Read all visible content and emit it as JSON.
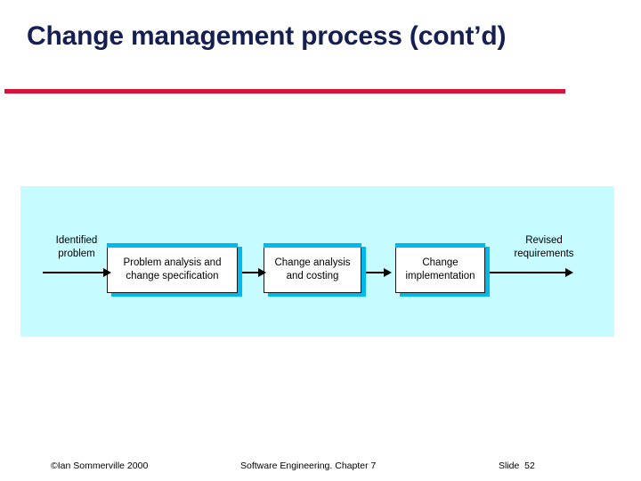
{
  "slide": {
    "title": "Change management process (cont’d)",
    "title_color": "#161F52",
    "rule_color": "#D9123A"
  },
  "diagram": {
    "panel_color": "#C6FBFF",
    "box_fill": "#FFFFFF",
    "box_border": "#1A1A1A",
    "shadow_color": "#00B9EC",
    "input_label": "Identified\nproblem",
    "output_label": "Revised\nrequirements",
    "boxes": [
      {
        "line1": "Problem analysis and",
        "line2": "change specification"
      },
      {
        "line1": "Change analysis",
        "line2": "and costing"
      },
      {
        "line1": "Change",
        "line2": "implementation"
      }
    ]
  },
  "footer": {
    "copyright": "©Ian Sommerville 2000",
    "center": "Software Engineering. Chapter 7",
    "slide_number": "Slide  52"
  }
}
